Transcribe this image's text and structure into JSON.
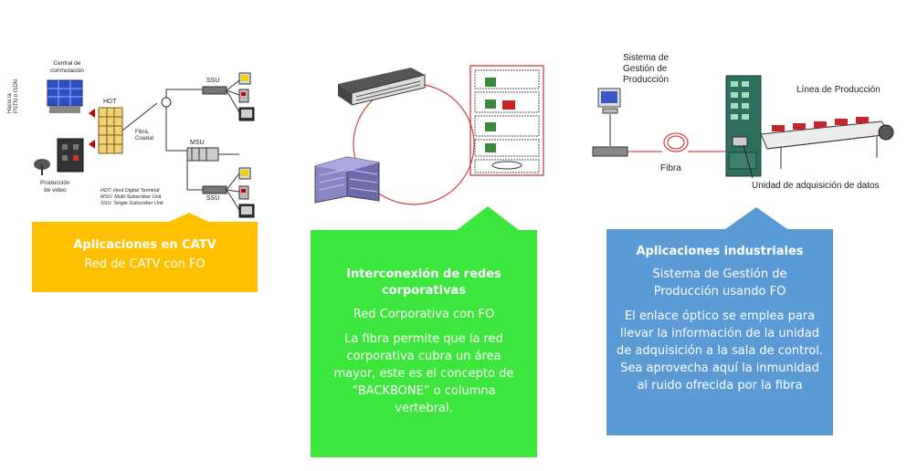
{
  "catv": {
    "labels": {
      "central": "Central de\nconmutación",
      "pstn": "Hacia la\nPSTN o ISDN",
      "produccion": "Producción\nde video",
      "hdt": "HDT",
      "fibra_coaxial": "Fibra,\nCoaxial",
      "ssu_top": "SSU",
      "msu": "MSU",
      "ssu_bottom": "SSU",
      "legend": [
        "HDT: Host Digital Terminal",
        "MSU: Multi-Subscriber Unit",
        "SSU: Single Subscriber Unit"
      ]
    },
    "callout": {
      "title": "Aplicaciones en CATV",
      "subtitle": "Red de CATV con FO",
      "color": "#FFC000"
    }
  },
  "corporativa": {
    "callout": {
      "title": "Interconexión de redes corporativas",
      "subtitle": "Red Corporativa con FO",
      "body": "La fibra permite que la red corporativa cubra un área mayor, este es el concepto de “BACKBONE” o columna vertebral.",
      "color": "#3DE63D"
    }
  },
  "industrial": {
    "labels": {
      "sistema": "Sistema de\nGestión de\nProducción",
      "linea": "Línea de Producción",
      "fibra": "Fibra",
      "unidad": "Unidad de adquisición de datos"
    },
    "callout": {
      "title": "Aplicaciones industriales",
      "subtitle": "Sistema de Gestión de Producción usando FO",
      "body": "El enlace óptico se emplea para llevar la información de la unidad de adquisición a la sala de control. Sea aprovecha aquí la inmunidad al ruido ofrecida por la fibra",
      "color": "#5B9BD5"
    }
  }
}
